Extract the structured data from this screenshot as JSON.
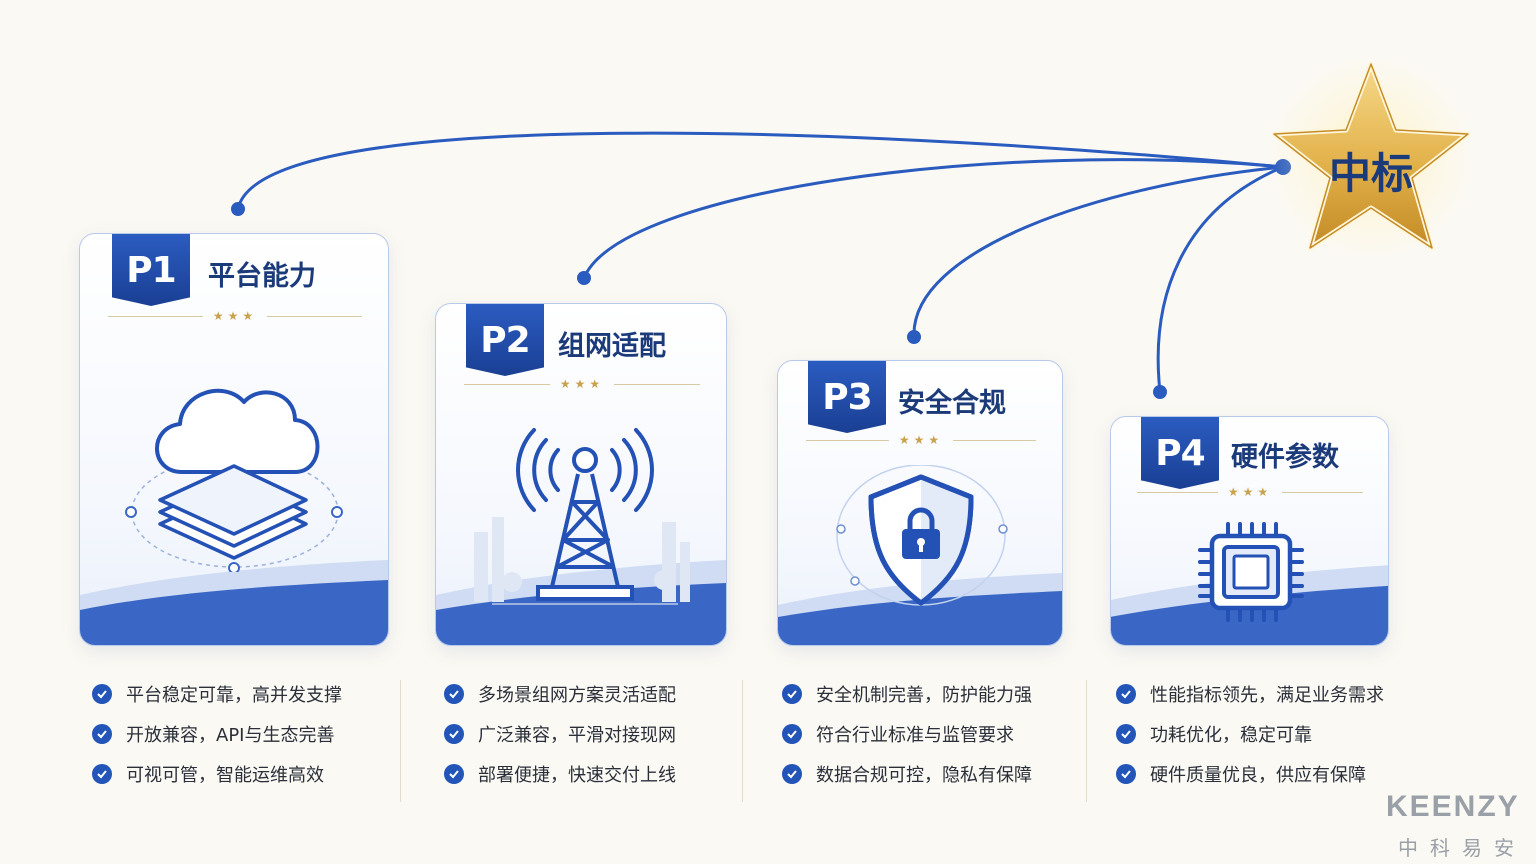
{
  "goal": {
    "label": "中标"
  },
  "cards": [
    {
      "badge": "P1",
      "title": "平台能力",
      "stars": "★★★",
      "icon": "cloud-platform-icon",
      "bullets": [
        "平台稳定可靠，高并发支撑",
        "开放兼容，API与生态完善",
        "可视可管，智能运维高效"
      ]
    },
    {
      "badge": "P2",
      "title": "组网适配",
      "stars": "★★★",
      "icon": "signal-tower-icon",
      "bullets": [
        "多场景组网方案灵活适配",
        "广泛兼容，平滑对接现网",
        "部署便捷，快速交付上线"
      ]
    },
    {
      "badge": "P3",
      "title": "安全合规",
      "stars": "★★★",
      "icon": "shield-lock-icon",
      "bullets": [
        "安全机制完善，防护能力强",
        "符合行业标准与监管要求",
        "数据合规可控，隐私有保障"
      ]
    },
    {
      "badge": "P4",
      "title": "硬件参数",
      "stars": "★★★",
      "icon": "chip-icon",
      "bullets": [
        "性能指标领先，满足业务需求",
        "功耗优化，稳定可靠",
        "硬件质量优良，供应有保障"
      ]
    }
  ],
  "brand": {
    "en": "KEENZY",
    "cn": "中科易安"
  },
  "colors": {
    "primary": "#1f4fb0",
    "gold": "#d8a93e",
    "background": "#fbf9f3"
  }
}
